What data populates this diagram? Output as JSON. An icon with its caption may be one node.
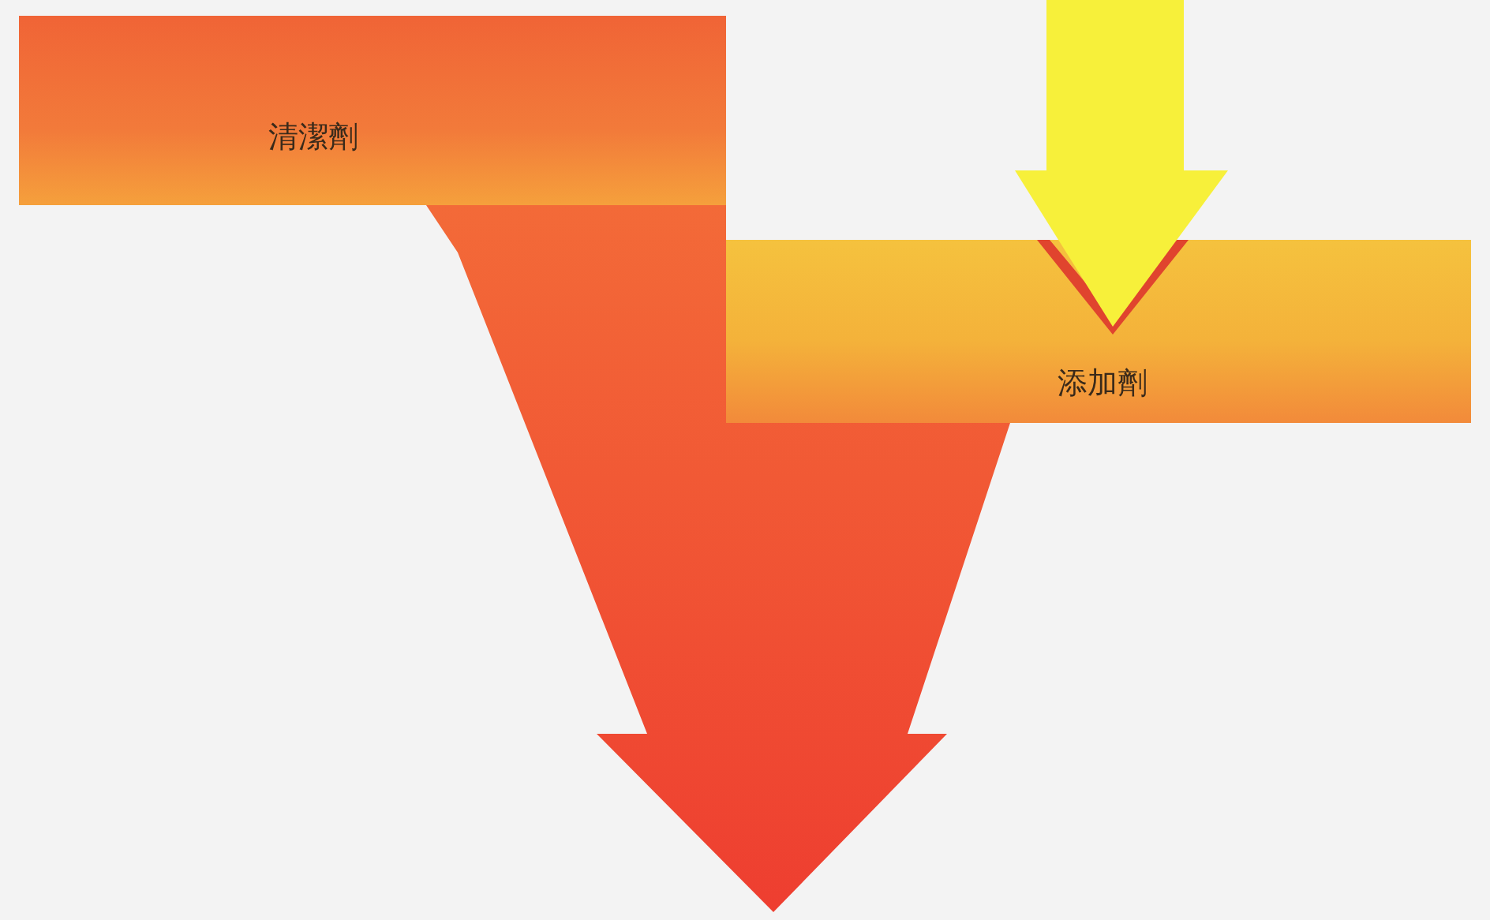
{
  "diagram": {
    "nodes": [
      {
        "text": [
          "清潔劑"
        ]
      },
      {
        "text": [
          "添加劑"
        ]
      }
    ],
    "edges": [
      {
        "from": null,
        "to": 1,
        "arrow": "to",
        "color": "#f7f03a"
      },
      {
        "from": 0,
        "to": null,
        "arrow": "to"
      },
      {
        "from": 1,
        "to": null,
        "arrow": "to"
      }
    ]
  }
}
